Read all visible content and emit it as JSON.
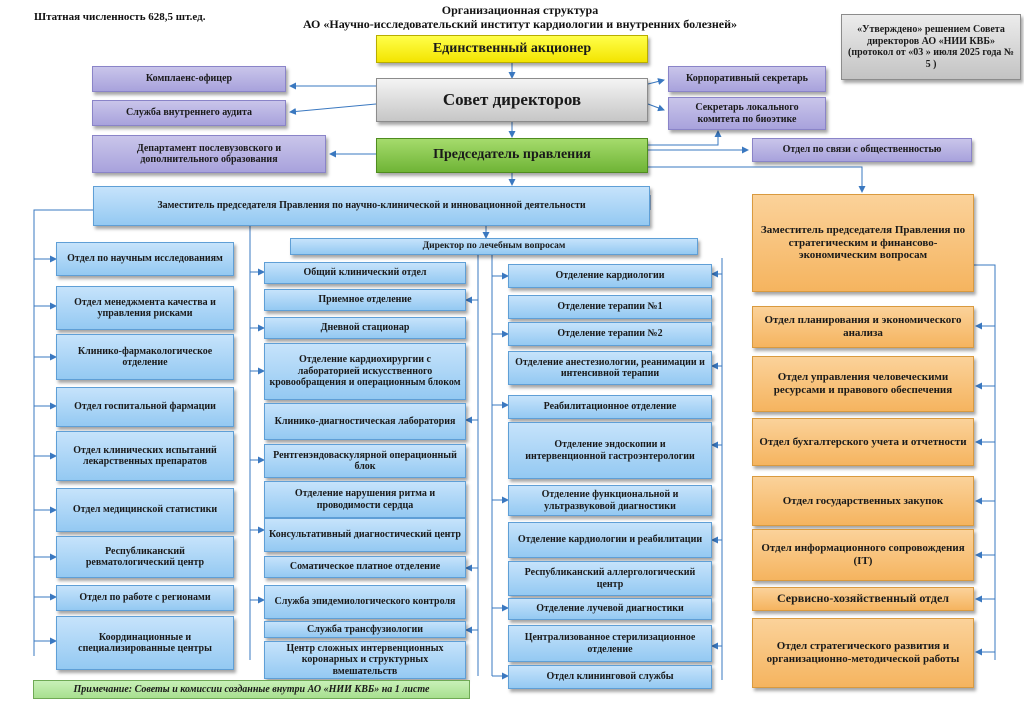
{
  "header": {
    "staff_count": "Штатная численность  628,5 шт.ед.",
    "title_line1": "Организационная структура",
    "title_line2": "АО «Научно-исследовательский институт кардиологии и внутренних болезней»",
    "approval": "«Утверждено» решением Совета директоров АО «НИИ КВБ» (протокол от «03 » июля 2025 года № 5 )"
  },
  "top": {
    "shareholder": "Единственный акционер",
    "board": "Совет директоров",
    "chairman": "Председатель правления",
    "compliance": "Комплаенс-офицер",
    "audit": "Служба внутреннего аудита",
    "corp_secretary": "Корпоративный секретарь",
    "bioethics_secretary": "Секретарь локального комитета по биоэтике",
    "postgrad_dept": "Департамент послевузовского и дополнительного образования",
    "pr_dept": "Отдел по связи с общественностью"
  },
  "deputy_science": "Заместитель  председателя  Правления   по научно-клинической  и  инновационной деятельности",
  "director_medical": "Директор по лечебным вопросам",
  "deputy_strategy": "Заместитель  председателя Правления  по  стратегическим  и финансово-экономическим вопросам",
  "left_column": [
    "Отдел по научным исследованиям",
    "Отдел менеджмента качества и управления рисками",
    "Клинико-фармакологическое отделение",
    "Отдел госпитальной фармации",
    "Отдел клинических испытаний  лекарственных препаратов",
    "Отдел медицинской статистики",
    "Республиканский ревматологический центр",
    "Отдел по работе с регионами",
    "Координационные и специализированные центры"
  ],
  "mid_column": [
    "Общий клинический отдел",
    "Приемное отделение",
    "Дневной стационар",
    "Отделение кардиохирургии с лабораторией искусственного кровообращения и операционным блоком",
    "Клинико-диагностическая лаборатория",
    "Рентгенэндоваскулярной операционный блок",
    "Отделение нарушения ритма и проводимости сердца",
    "Консультативный диагностический центр",
    "Соматическое платное отделение",
    "Служба эпидемиологического контроля",
    "Служба трансфузиологии",
    "Центр сложных интервенционных коронарных и структурных вмешательств"
  ],
  "right_column": [
    "Отделение кардиологии",
    "Отделение терапии №1",
    "Отделение терапии №2",
    "Отделение анестезиологии, реанимации и интенсивной терапии",
    "Реабилитационное отделение",
    "Отделение эндоскопии и интервенционной гастроэнтерологии",
    "Отделение функциональной и ультразвуковой диагностики",
    "Отделение кардиологии и реабилитации",
    "Республиканский аллергологический центр",
    "Отделение лучевой диагностики",
    "Централизованное стерилизационное отделение",
    "Отдел клининговой службы"
  ],
  "strategy_column": [
    "Отдел планирования  и экономического  анализа",
    "Отдел управления человеческими ресурсами  и правового  обеспечения",
    "Отдел бухгалтерского  учета и отчетности",
    "Отдел государственных закупок",
    "Отдел информационного сопровождения  (IT)",
    "Сервисно-хозяйственный отдел",
    "Отдел стратегического  развития и организационно-методической работы"
  ],
  "note": "Примечание: Советы  и комиссии созданные внутри АО «НИИ КВБ» на 1 листе"
}
